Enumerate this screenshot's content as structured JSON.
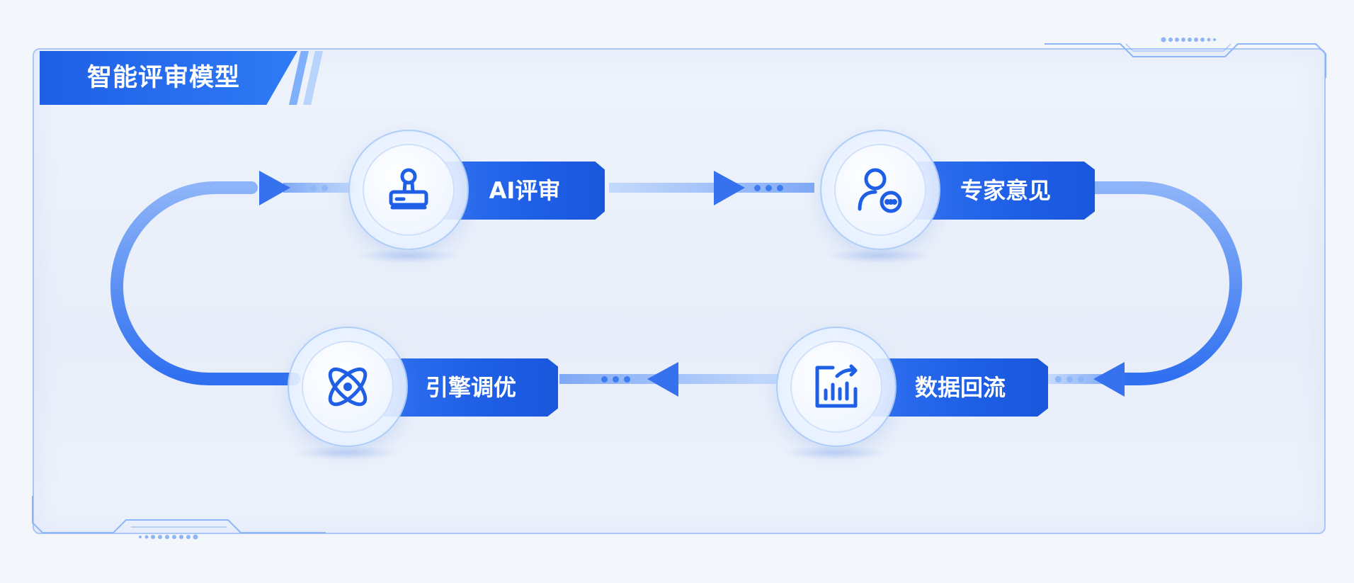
{
  "title": "智能评审模型",
  "nodes": [
    {
      "id": "ai-review",
      "label": "AI评审",
      "icon": "stamp-icon"
    },
    {
      "id": "expert-opinion",
      "label": "专家意见",
      "icon": "user-chat-icon"
    },
    {
      "id": "data-backflow",
      "label": "数据回流",
      "icon": "bar-chart-arrow-icon"
    },
    {
      "id": "engine-tuning",
      "label": "引擎调优",
      "icon": "atom-icon"
    }
  ],
  "colors": {
    "primary": "#1e5fe6",
    "accent": "#2f7bf5",
    "light": "#8fb6f7",
    "background": "#eef3fb"
  }
}
